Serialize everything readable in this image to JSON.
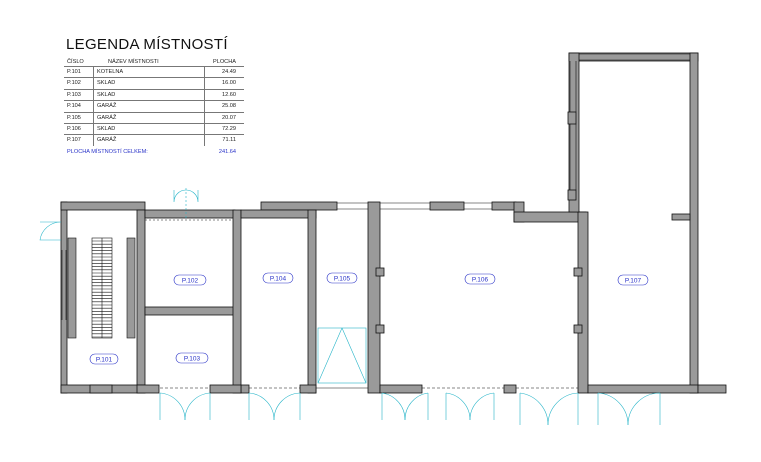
{
  "legend": {
    "title": "LEGENDA MÍSTNOSTÍ",
    "headers": {
      "number": "ČÍSLO",
      "name": "NÁZEV MÍSTNOSTI",
      "area": "PLOCHA"
    },
    "rows": [
      {
        "number": "P.101",
        "name": "KOTELNA",
        "area": "24.49"
      },
      {
        "number": "P.102",
        "name": "SKLAD",
        "area": "16.00"
      },
      {
        "number": "P.103",
        "name": "SKLAD",
        "area": "12.60"
      },
      {
        "number": "P.104",
        "name": "GARÁŽ",
        "area": "25.08"
      },
      {
        "number": "P.105",
        "name": "GARÁŽ",
        "area": "20.07"
      },
      {
        "number": "P.106",
        "name": "SKLAD",
        "area": "72.29"
      },
      {
        "number": "P.107",
        "name": "GARÁŽ",
        "area": "71.11"
      }
    ],
    "total_label": "PLOCHA MÍSTNOSTÍ CELKEM:",
    "total_value": "241.64"
  },
  "plan": {
    "room_labels": [
      "P.101",
      "P.102",
      "P.103",
      "P.104",
      "P.105",
      "P.106",
      "P.107"
    ],
    "colors": {
      "wall_fill": "#9a9a9a",
      "wall_stroke": "#111111",
      "label": "#2a33c8",
      "door": "#27b5c9"
    }
  }
}
